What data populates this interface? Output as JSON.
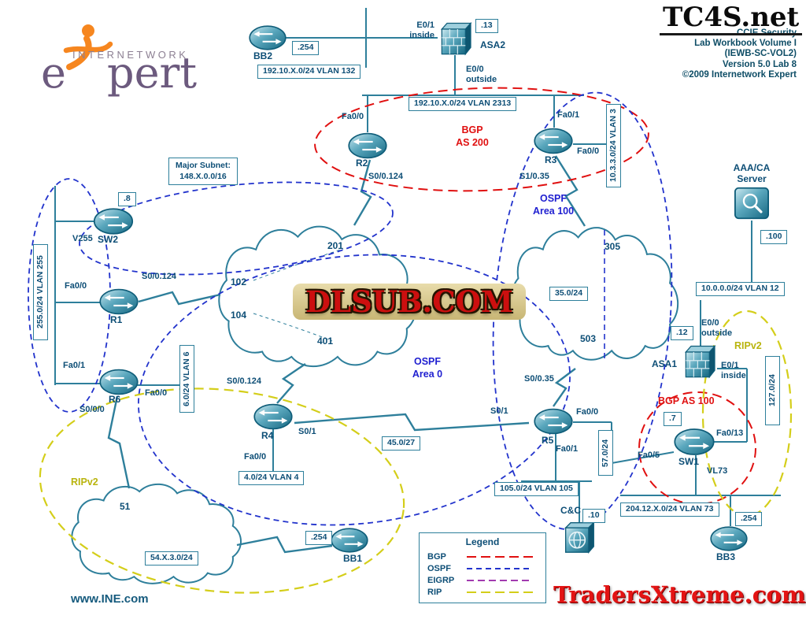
{
  "colors": {
    "accent": "#2e7f9b",
    "label": "#0d4e76",
    "bgp": "#e01010",
    "ospf": "#1f1fd0",
    "rip": "#b9b40e",
    "eigrp": "#a23bb0"
  },
  "wm": {
    "tc4s": "TC4S.net",
    "dlsub": "DLSUB.COM",
    "traders": "TradersXtreme.com",
    "ine": "www.INE.com"
  },
  "hdr": {
    "l1": "CCIE Security",
    "l2": "Lab Workbook Volume I",
    "l3": "(IEWB-SC-VOL2)",
    "l4": "Version 5.0 Lab 8",
    "l5": "©2009 Internetwork Expert"
  },
  "logo": {
    "word": "INTERNETWORK",
    "e": "e",
    "pert": "pert"
  },
  "nodes": {
    "bb2": "BB2",
    "asa2": "ASA2",
    "r2": "R2",
    "r3": "R3",
    "sw2": "SW2",
    "r1": "R1",
    "r6": "R6",
    "r4": "R4",
    "r5": "R5",
    "sw1": "SW1",
    "asa1": "ASA1",
    "aaa": "AAA/CA\nServer",
    "cc": "C&C",
    "bb1": "BB1",
    "bb3": "BB3"
  },
  "if": {
    "asa2_in": "E0/1\ninside",
    "asa2_out": "E0/0\noutside",
    "r2_fa0": "Fa0/0",
    "r2_s": "S0/0.124",
    "r3_fa1": "Fa0/1",
    "r3_fa0": "Fa0/0",
    "r3_s": "S1/0.35",
    "sw2_v": "V255",
    "r1_fa0": "Fa0/0",
    "r1_s": "S0/0.124",
    "r6_fa1": "Fa0/1",
    "r6_fa0": "Fa0/0",
    "r6_s": "S0/0/0",
    "r4_s124": "S0/0.124",
    "r4_s1": "S0/1",
    "r4_fa0": "Fa0/0",
    "r5_s1": "S0/1",
    "r5_s35": "S0/0.35",
    "r5_fa0": "Fa0/0",
    "r5_fa1": "Fa0/1",
    "asa1_out": "E0/0\noutside",
    "asa1_in": "E0/1\ninside",
    "sw1_fa13": "Fa0/13",
    "sw1_fa5": "Fa0/5",
    "sw1_vl": "VL73"
  },
  "bx": {
    "bb2ip": ".254",
    "vlan132": "192.10.X.0/24 VLAN 132",
    "asa2ip": ".13",
    "vlan2313": "192.10.X.0/24 VLAN 2313",
    "vlan3": "10.3.3.0/24 VLAN 3",
    "major": "Major Subnet:\n148.X.0.0/16",
    "sw2ip": ".8",
    "vlan255": "255.0/24 VLAN 255",
    "fr201": "201",
    "fr102": "102",
    "fr104": "104",
    "fr401": "401",
    "c305": "305",
    "c35": "35.0/24",
    "c503": "503",
    "aaaip": ".100",
    "vlan12": "10.0.0.0/24 VLAN 12",
    "asa1ip": ".12",
    "n127": "127.0/24",
    "vlan6": "6.0/24 VLAN 6",
    "n45": "45.0/27",
    "vlan4": "4.0/24 VLAN 4",
    "n57": "57.0/24",
    "vlan105": "105.0/24 VLAN 105",
    "ccip": ".10",
    "sw1ip": ".7",
    "vlan73": "204.12.X.0/24 VLAN 73",
    "bb3ip": ".254",
    "c51": "51",
    "n54": "54.X.3.0/24",
    "bb1ip": ".254"
  },
  "zn": {
    "as200": "BGP\nAS 200",
    "area100": "OSPF\nArea 100",
    "area0": "OSPF\nArea 0",
    "as100": "BGP AS 100",
    "rip_r": "RIPv2",
    "rip_l": "RIPv2"
  },
  "lg": {
    "title": "Legend",
    "items": [
      {
        "label": "BGP",
        "color": "#e01010"
      },
      {
        "label": "OSPF",
        "color": "#2233cc"
      },
      {
        "label": "EIGRP",
        "color": "#a23bb0"
      },
      {
        "label": "RIP",
        "color": "#d4ce1a"
      }
    ]
  }
}
